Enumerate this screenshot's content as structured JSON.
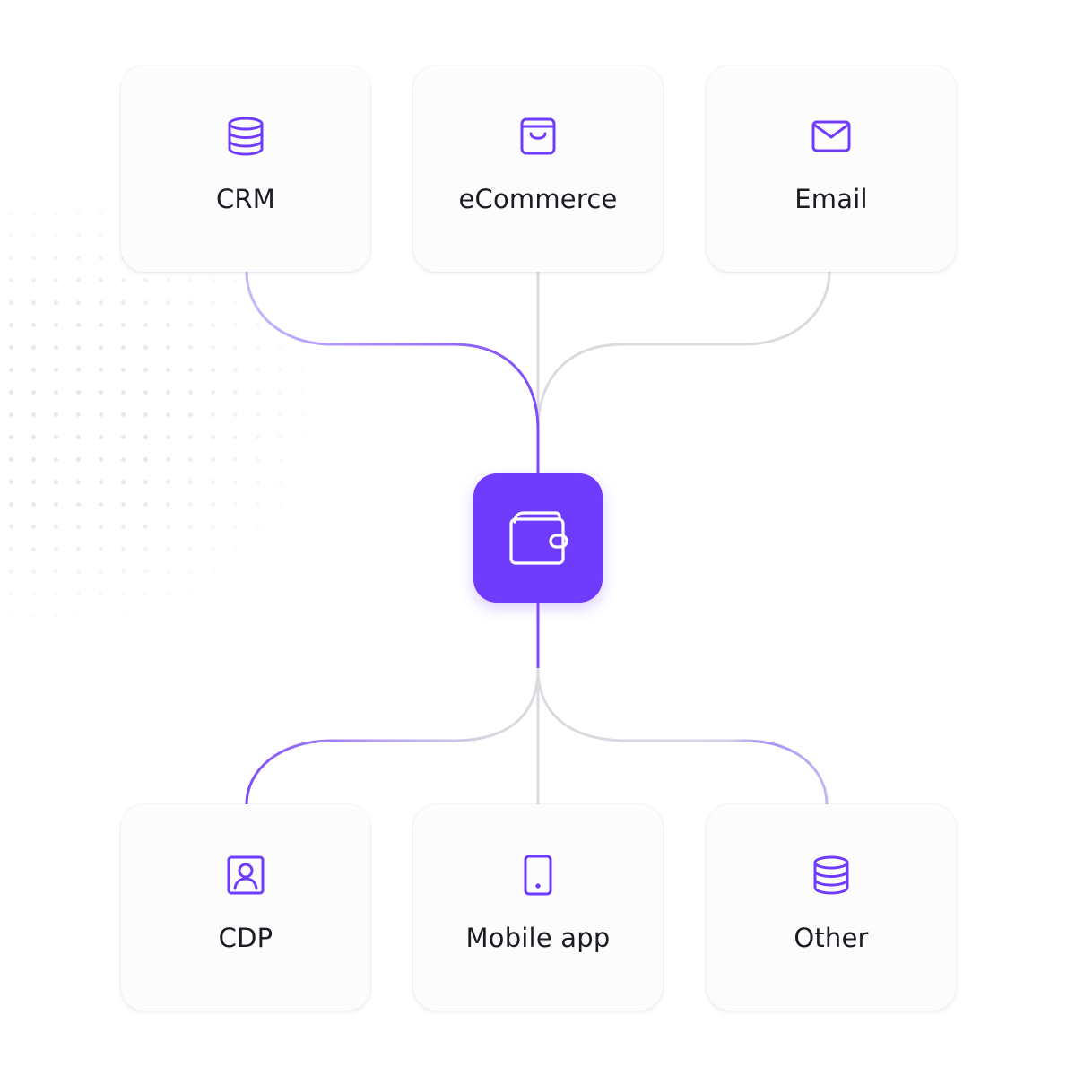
{
  "diagram": {
    "hub": {
      "icon": "wallet-icon",
      "color": "#6f3bfc"
    },
    "sources": [
      {
        "label": "CRM",
        "icon": "database-icon",
        "line_highlighted": true
      },
      {
        "label": "eCommerce",
        "icon": "shopping-bag-icon",
        "line_highlighted": false
      },
      {
        "label": "Email",
        "icon": "mail-icon",
        "line_highlighted": false
      }
    ],
    "destinations": [
      {
        "label": "CDP",
        "icon": "contact-card-icon",
        "line_highlighted": true
      },
      {
        "label": "Mobile app",
        "icon": "mobile-phone-icon",
        "line_highlighted": false
      },
      {
        "label": "Other",
        "icon": "database-icon",
        "line_highlighted": true
      }
    ],
    "colors": {
      "accent": "#6f3bfc",
      "connector_gray": "#dcd9df",
      "card_background": "#fdfcfd",
      "label_text": "#1e1a24"
    }
  }
}
